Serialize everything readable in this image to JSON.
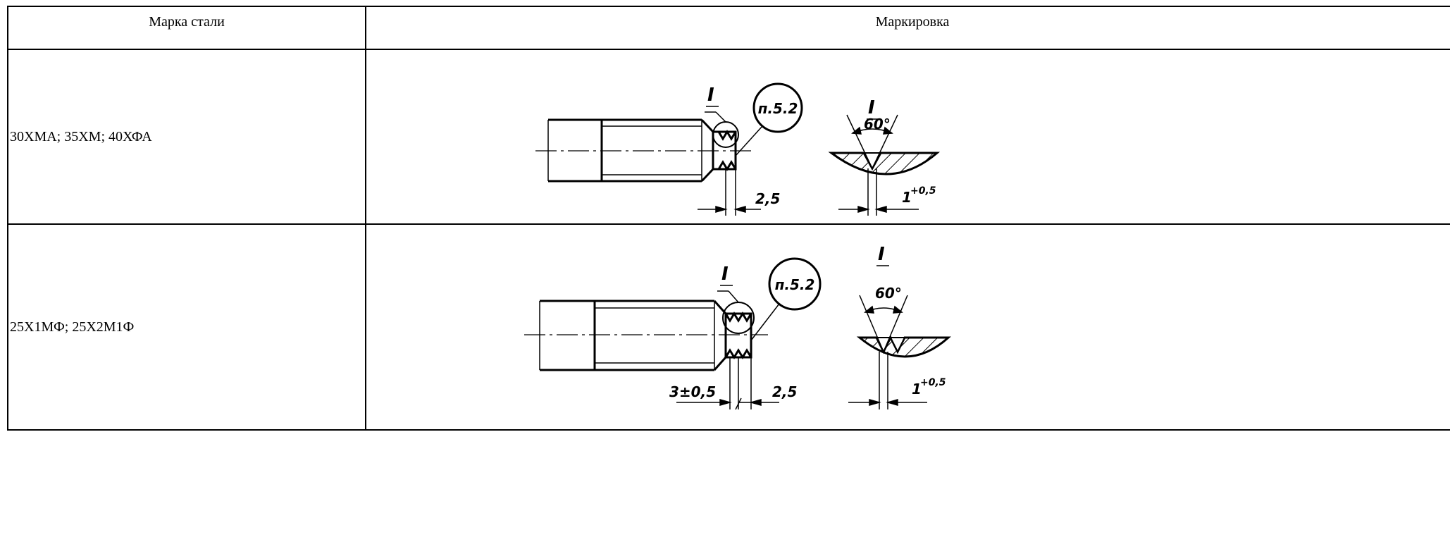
{
  "table": {
    "headers": [
      "Марка стали",
      "Маркировка"
    ],
    "rows": [
      {
        "grade": "30ХМА; 35ХМ; 40ХФА",
        "drawing": {
          "view_marker": "I",
          "detail_marker": "I",
          "clause_ref": "п.5.2",
          "angle": "60°",
          "width_dim": "2,5",
          "depth_dim": "1",
          "depth_tol": "+0,5"
        }
      },
      {
        "grade": "25Х1МФ; 25Х2М1Ф",
        "drawing": {
          "view_marker": "I",
          "detail_marker": "I",
          "clause_ref": "п.5.2",
          "angle": "60°",
          "width_dim": "2,5",
          "pitch_dim": "3±0,5",
          "depth_dim": "1",
          "depth_tol": "+0,5"
        }
      }
    ]
  }
}
